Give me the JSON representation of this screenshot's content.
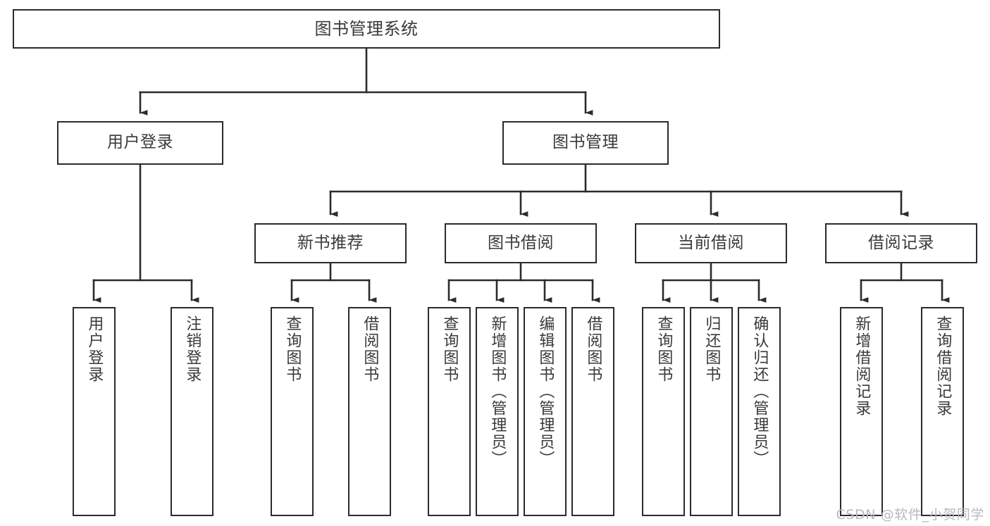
{
  "diagram": {
    "type": "tree-hierarchy",
    "title": "图书管理系统",
    "watermark": "CSDN @软件_小贺同学",
    "colors": {
      "stroke": "#2b2b2b",
      "text": "#3a3a3a",
      "background": "#ffffff",
      "watermark": "#b9b9b9"
    },
    "nodes": {
      "root": {
        "label": "图书管理系统"
      },
      "level1": [
        {
          "id": "user-login",
          "label": "用户登录"
        },
        {
          "id": "book-management",
          "label": "图书管理"
        }
      ],
      "level2": [
        {
          "id": "new-book-recommend",
          "label": "新书推荐"
        },
        {
          "id": "book-borrow",
          "label": "图书借阅"
        },
        {
          "id": "current-borrow",
          "label": "当前借阅"
        },
        {
          "id": "borrow-record",
          "label": "借阅记录"
        }
      ],
      "leaves": {
        "user_login": [
          {
            "id": "leaf-user-login",
            "label": "用户登录"
          },
          {
            "id": "leaf-logout-login",
            "label": "注销登录"
          }
        ],
        "new_book_recommend": [
          {
            "id": "leaf-query-book-1",
            "label": "查询图书"
          },
          {
            "id": "leaf-borrow-book-1",
            "label": "借阅图书"
          }
        ],
        "book_borrow": [
          {
            "id": "leaf-query-book-2",
            "label": "查询图书"
          },
          {
            "id": "leaf-add-book",
            "label": "新增图书（管理员）"
          },
          {
            "id": "leaf-edit-book",
            "label": "编辑图书（管理员）"
          },
          {
            "id": "leaf-borrow-book-2",
            "label": "借阅图书"
          }
        ],
        "current_borrow": [
          {
            "id": "leaf-query-book-3",
            "label": "查询图书"
          },
          {
            "id": "leaf-return-book",
            "label": "归还图书"
          },
          {
            "id": "leaf-confirm-return",
            "label": "确认归还（管理员）"
          }
        ],
        "borrow_record": [
          {
            "id": "leaf-add-record",
            "label": "新增借阅记录"
          },
          {
            "id": "leaf-query-record",
            "label": "查询借阅记录"
          }
        ]
      }
    }
  }
}
